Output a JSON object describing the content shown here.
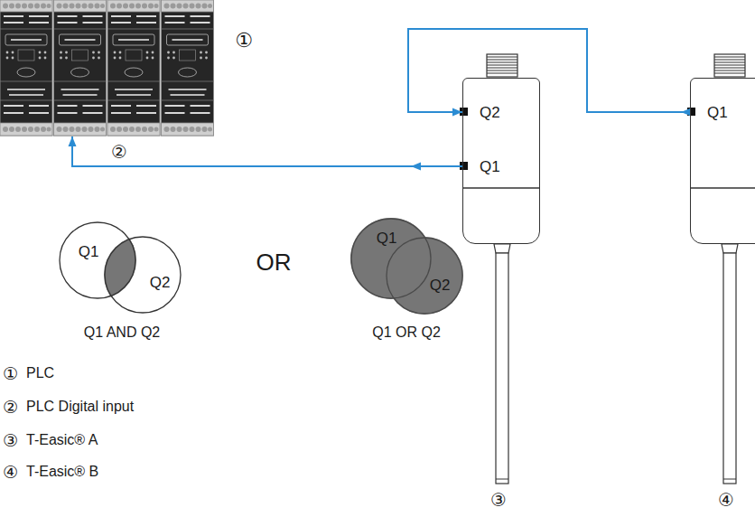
{
  "diagram": {
    "nodes": [
      {
        "text": [
          "①"
        ]
      },
      {
        "text": [
          "Q2",
          "Q1"
        ]
      },
      {
        "text": [
          "Q1"
        ]
      },
      {
        "text": [
          "Q1"
        ]
      },
      {
        "text": [
          "Q2"
        ]
      },
      {
        "text": [
          "Q1"
        ]
      },
      {
        "text": [
          "Q2"
        ]
      }
    ],
    "edges": [
      {
        "from": 2,
        "to": 1,
        "arrow": "to"
      },
      {
        "from": 1,
        "to": 0,
        "arrow": "to"
      }
    ],
    "labels": [
      "②",
      "③",
      "④",
      "Q1 AND Q2",
      "OR",
      "Q1 OR Q2",
      "①",
      "PLC",
      "②",
      "PLC Digital input",
      "③",
      "T-Easic® A",
      "④",
      "T-Easic® B"
    ]
  }
}
